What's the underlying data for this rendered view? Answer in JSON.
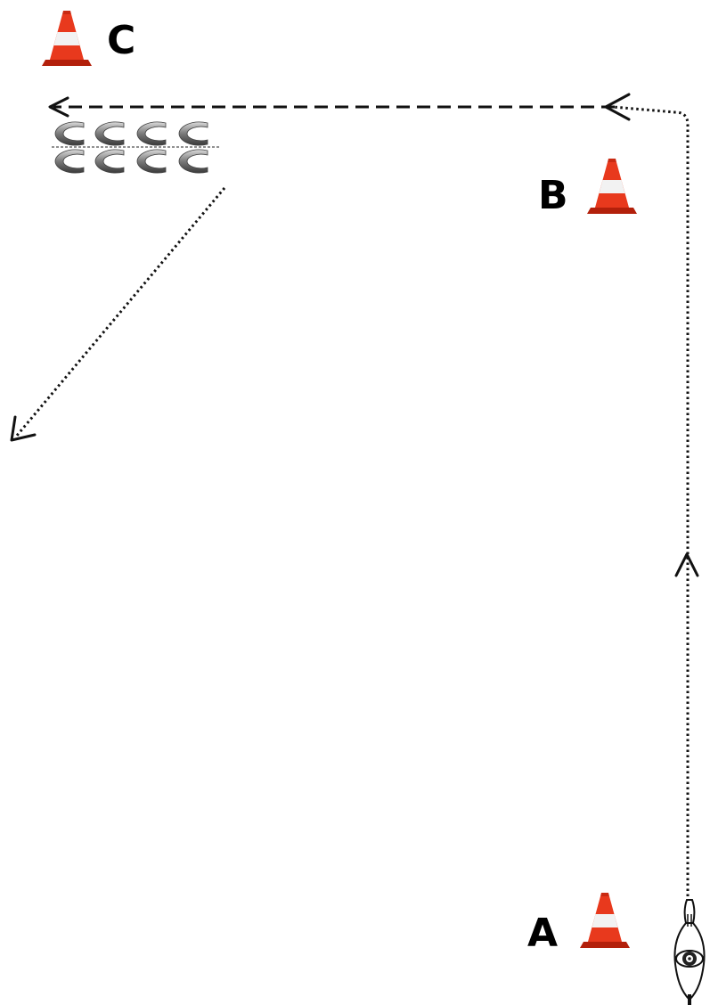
{
  "cones": [
    {
      "id": "A",
      "label": "A"
    },
    {
      "id": "B",
      "label": "B"
    },
    {
      "id": "C",
      "label": "C"
    }
  ],
  "colors": {
    "cone_orange": "#e8391d",
    "cone_dark": "#b3200b",
    "cone_stripe": "#f2f2f2",
    "path_line": "#111111",
    "horseshoe": "#8a8a8a"
  },
  "horseshoes": {
    "rows": 2,
    "per_row": 4
  },
  "icons": [
    "traffic-cone-icon",
    "horse-and-rider-icon",
    "horseshoe-icon"
  ]
}
